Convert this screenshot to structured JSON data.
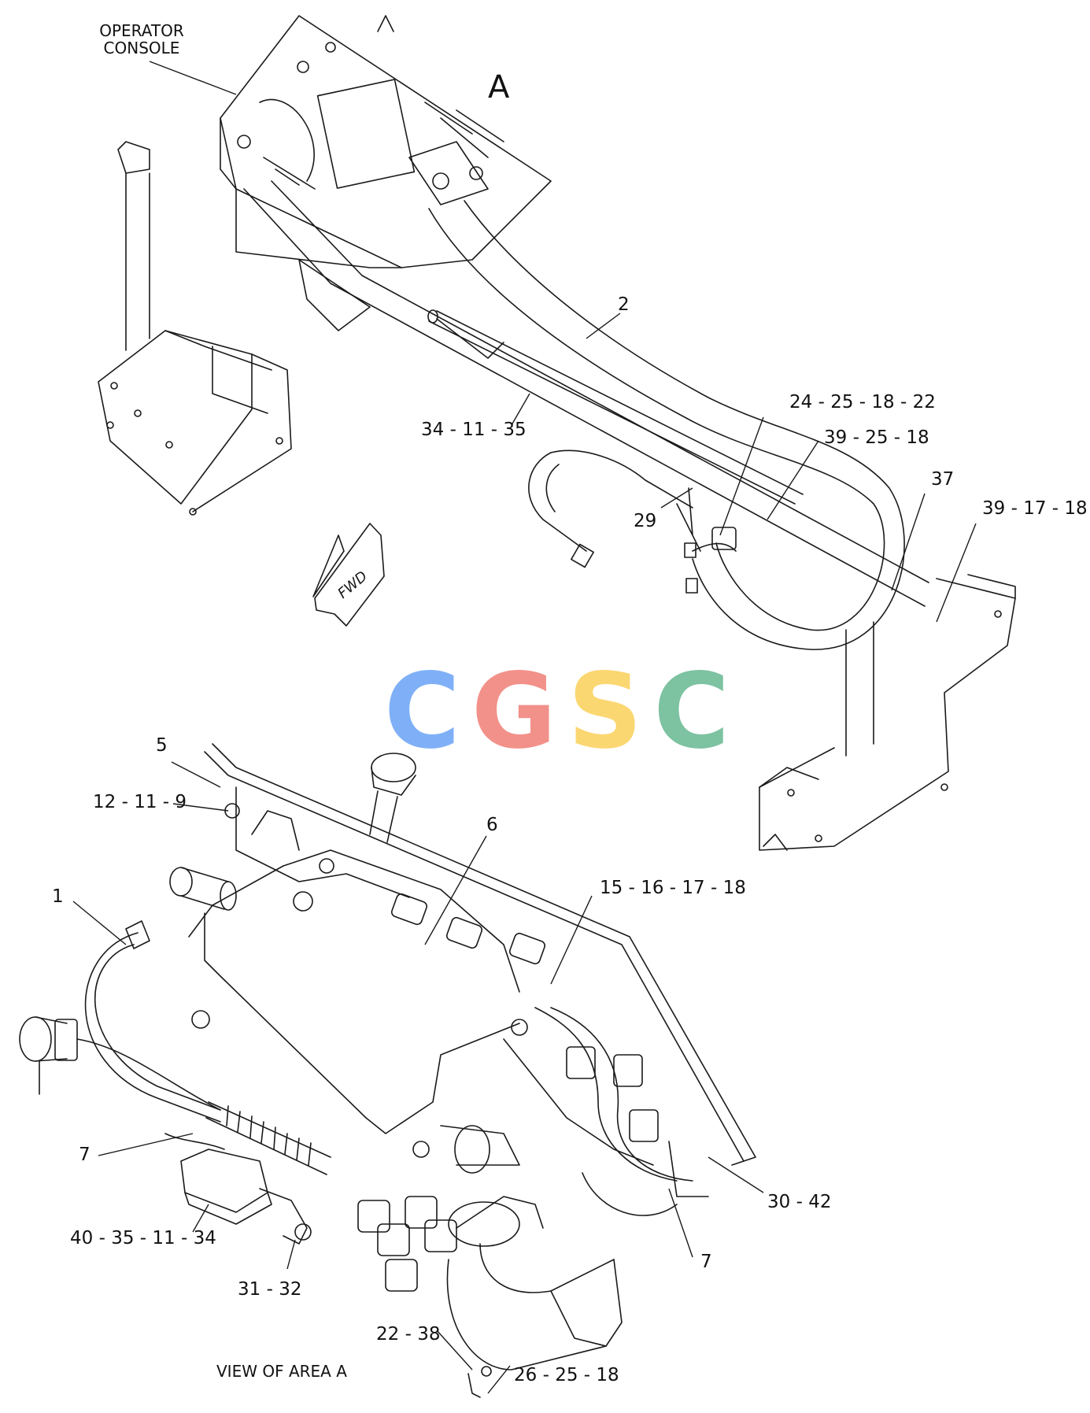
{
  "diagram": {
    "heading": "OPERATOR\nCONSOLE",
    "area_letter": "A",
    "view_label": "VIEW OF AREA  A",
    "fwd_label": "FWD",
    "callouts": [
      "2",
      "34 - 11 - 35",
      "24 - 25 - 18 - 22",
      "39 - 25 - 18",
      "37",
      "39 - 17 - 18",
      "29",
      "5",
      "12 - 11 - 9",
      "6",
      "15 - 16 - 17 - 18",
      "1",
      "7",
      "40 - 35 - 11 - 34",
      "31 - 32",
      "30 - 42",
      "7",
      "22 - 38",
      "26 - 25 - 18"
    ]
  },
  "watermark": {
    "letters": [
      "C",
      "G",
      "S",
      "C"
    ],
    "colors": [
      "#7fb0f7",
      "#f2918a",
      "#fbd771",
      "#7dc2a1"
    ]
  },
  "colors": {
    "line": "#1a1a1a"
  }
}
